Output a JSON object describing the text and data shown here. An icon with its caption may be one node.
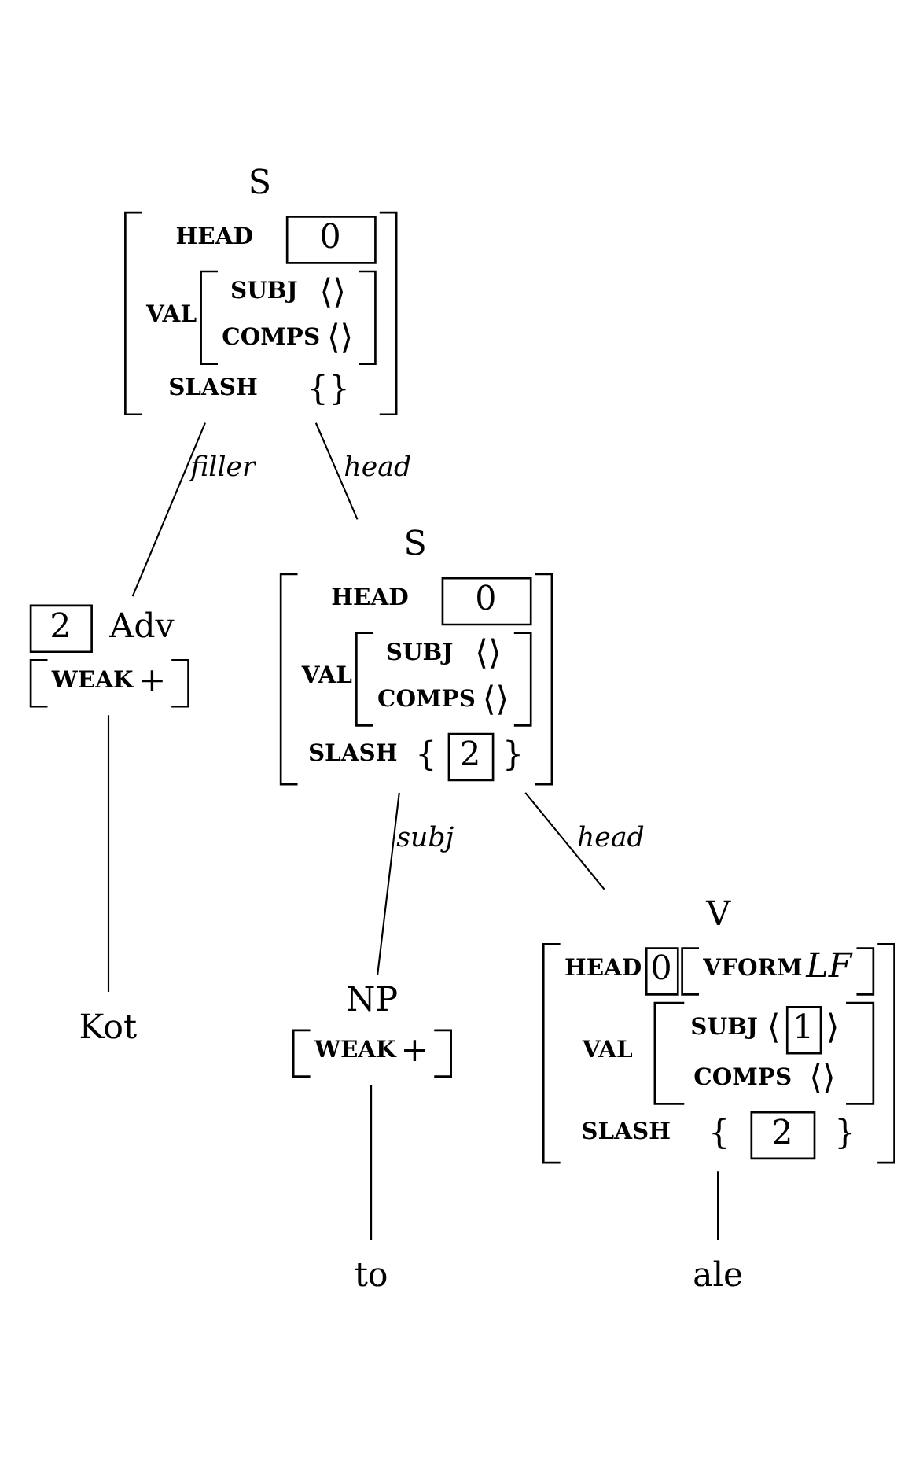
{
  "diagram": {
    "nodes": [
      {
        "text": [
          "S",
          "HEAD",
          "0",
          "VAL",
          "SUBJ",
          "⟨⟩",
          "COMPS",
          "⟨⟩",
          "SLASH",
          "{}"
        ]
      },
      {
        "text": [
          "2",
          "Adv",
          "WEAK",
          "+"
        ]
      },
      {
        "text": [
          "Kot"
        ]
      },
      {
        "text": [
          "S",
          "HEAD",
          "0",
          "VAL",
          "SUBJ",
          "⟨⟩",
          "COMPS",
          "⟨⟩",
          "SLASH",
          "{",
          "2",
          "}"
        ]
      },
      {
        "text": [
          "NP",
          "WEAK",
          "+"
        ]
      },
      {
        "text": [
          "to"
        ]
      },
      {
        "text": [
          "V",
          "HEAD",
          "0",
          "VFORM",
          "LF",
          "VAL",
          "SUBJ",
          "⟨",
          "1",
          "⟩",
          "COMPS",
          "⟨⟩",
          "SLASH",
          "{",
          "2",
          "}"
        ]
      },
      {
        "text": [
          "ale"
        ]
      }
    ],
    "edges": [
      {
        "from": 0,
        "to": 1,
        "arrow": "none",
        "label": "filler"
      },
      {
        "from": 0,
        "to": 3,
        "arrow": "none",
        "label": "head"
      },
      {
        "from": 1,
        "to": 2,
        "arrow": "none"
      },
      {
        "from": 3,
        "to": 4,
        "arrow": "none",
        "label": "subj"
      },
      {
        "from": 3,
        "to": 6,
        "arrow": "none",
        "label": "head"
      },
      {
        "from": 4,
        "to": 5,
        "arrow": "none"
      },
      {
        "from": 6,
        "to": 7,
        "arrow": "none"
      }
    ]
  }
}
